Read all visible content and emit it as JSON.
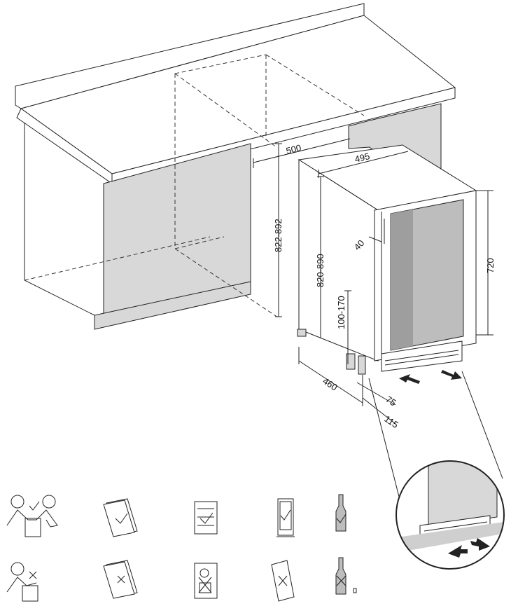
{
  "dimensions": {
    "cabinet_depth": "500",
    "appliance_width": "495",
    "niche_height": "822-892",
    "appliance_height_range": "820-890",
    "door_height": "720",
    "door_offset": "40",
    "plinth_height": "100-170",
    "appliance_depth": "460",
    "plinth_recess": "75",
    "plinth_recess_total": "115"
  },
  "icons": {
    "do_row": [
      "two-person-lift-ok-icon",
      "manual-read-ok-icon",
      "shelf-manual-ok-icon",
      "upright-cabinet-ok-icon",
      "bottle-upright-ok-icon"
    ],
    "dont_row": [
      "single-person-lift-not-ok-icon",
      "manual-ignore-not-ok-icon",
      "fire-hazard-manual-not-ok-icon",
      "tilted-cabinet-not-ok-icon",
      "bottle-lying-not-ok-icon"
    ]
  },
  "colors": {
    "line": "#222222",
    "panel_grey": "#d8d8d8",
    "glass_grey": "#bdbdbd",
    "background": "#ffffff"
  }
}
